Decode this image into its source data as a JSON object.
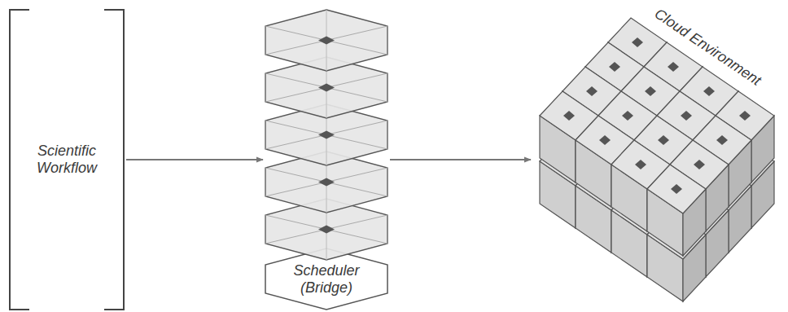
{
  "diagram": {
    "nodes": [
      {
        "text": [
          "Scientific Workflow"
        ]
      },
      {
        "text": [
          "Scheduler (Bridge)"
        ]
      },
      {
        "text": [
          "Cloud Environment"
        ]
      }
    ],
    "edges": [
      {
        "from": 0,
        "to": 1,
        "arrow": "to"
      },
      {
        "from": 1,
        "to": 2,
        "arrow": "to"
      }
    ]
  }
}
